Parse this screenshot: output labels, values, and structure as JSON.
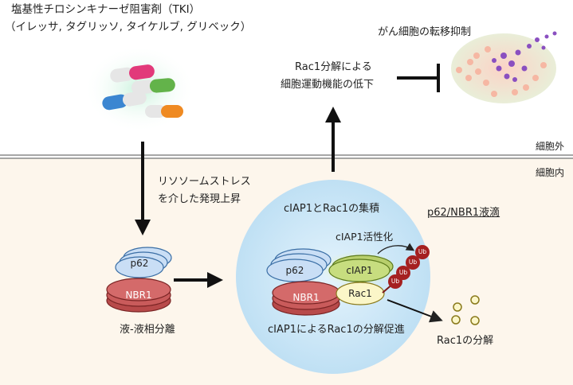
{
  "drug": {
    "title": "塩基性チロシンキナーゼ阻害剤（TKI）",
    "examples": "（イレッサ, タグリッソ, タイケルブ, グリベック）"
  },
  "stress_label_line1": "リソソームストレス",
  "stress_label_line2": "を介した発現上昇",
  "phase_separation_label": "液-液相分離",
  "membrane": {
    "outside": "細胞外",
    "inside": "細胞内"
  },
  "droplet": {
    "title": "cIAP1とRac1の集積",
    "name": "p62/NBR1液滴",
    "activation": "cIAP1活性化",
    "degradation_promotion": "cIAP1によるRac1の分解促進"
  },
  "proteins": {
    "p62": "p62",
    "nbr1": "NBR1",
    "ciap1": "cIAP1",
    "rac1": "Rac1",
    "ub": "Ub"
  },
  "rac1_degradation": "Rac1の分解",
  "result_line1": "Rac1分解による",
  "result_line2": "細胞運動機能の低下",
  "metastasis_label": "がん細胞の転移抑制",
  "colors": {
    "cytoplasm": "#fdf6ec",
    "droplet": "#cfe8f8",
    "p62": "#c9def5",
    "nbr1": "#c95b5b",
    "ciap1": "#c7dd7f",
    "rac1": "#fbf6c8",
    "ub": "#a52020"
  }
}
